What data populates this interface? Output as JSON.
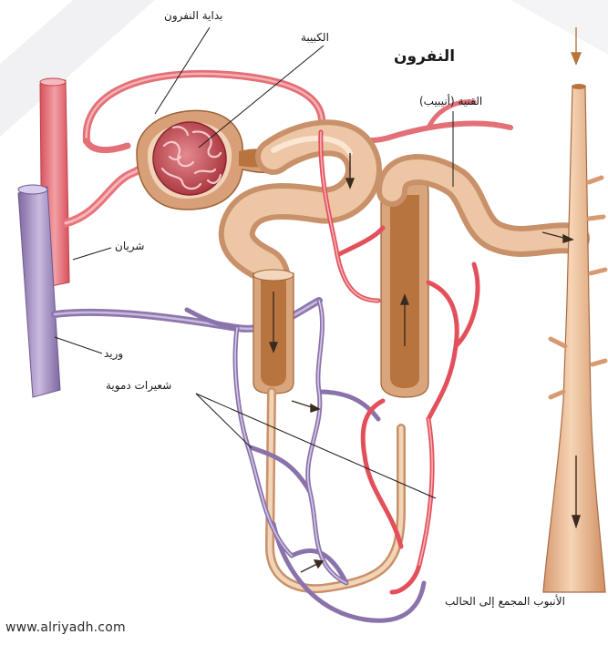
{
  "labels": {
    "title": "النفرون",
    "nephron_start": "بداية النفرون",
    "glomerulus": "الكبيبة",
    "tubule": "القنية (أنيبيب)",
    "artery": "شريان",
    "vein": "وريد",
    "capillaries": "شعيرات دموية",
    "collecting_duct": "الأنبوب المجمع إلى الحالب"
  },
  "credit": "www.alriyadh.com",
  "colors": {
    "artery": "#e8737a",
    "vein": "#9a84b8",
    "tubule": "#d9a57c",
    "tubule_inner": "#b8743f",
    "glomerulus": "#c9424d",
    "duct": "#e7b48c"
  }
}
